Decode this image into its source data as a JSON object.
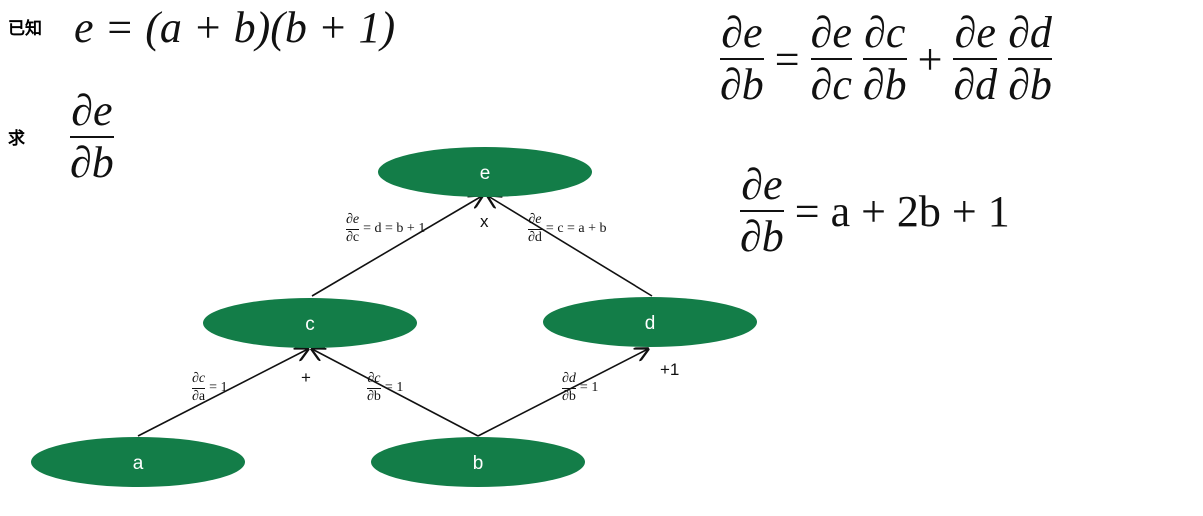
{
  "labels": {
    "given": "已知",
    "find": "求"
  },
  "given_equation": "e = (a + b)(b + 1)",
  "target": {
    "num": "∂e",
    "den": "∂b"
  },
  "chain_rule": {
    "lhs": {
      "num": "∂e",
      "den": "∂b"
    },
    "eq": "=",
    "t1a": {
      "num": "∂e",
      "den": "∂c"
    },
    "t1b": {
      "num": "∂c",
      "den": "∂b"
    },
    "plus": "+",
    "t2a": {
      "num": "∂e",
      "den": "∂d"
    },
    "t2b": {
      "num": "∂d",
      "den": "∂b"
    }
  },
  "result": {
    "lhs": {
      "num": "∂e",
      "den": "∂b"
    },
    "rhs": "= a + 2b + 1"
  },
  "graph": {
    "nodes": {
      "e": "e",
      "c": "c",
      "d": "d",
      "a": "a",
      "b": "b"
    },
    "ops": {
      "mul": "x",
      "add": "+",
      "plus_one": "+1"
    },
    "edges": {
      "ec": {
        "num": "∂e",
        "den": "∂c",
        "rhs": "= d = b + 1"
      },
      "ed": {
        "num": "∂e",
        "den": "∂d",
        "rhs": "= c = a + b"
      },
      "ca": {
        "num": "∂c",
        "den": "∂a",
        "rhs": "= 1"
      },
      "cb": {
        "num": "∂c",
        "den": "∂b",
        "rhs": "= 1"
      },
      "db": {
        "num": "∂d",
        "den": "∂b",
        "rhs": "= 1"
      }
    }
  },
  "colors": {
    "node_fill": "#137d48",
    "node_text": "#ffffff",
    "edge": "#111111"
  }
}
